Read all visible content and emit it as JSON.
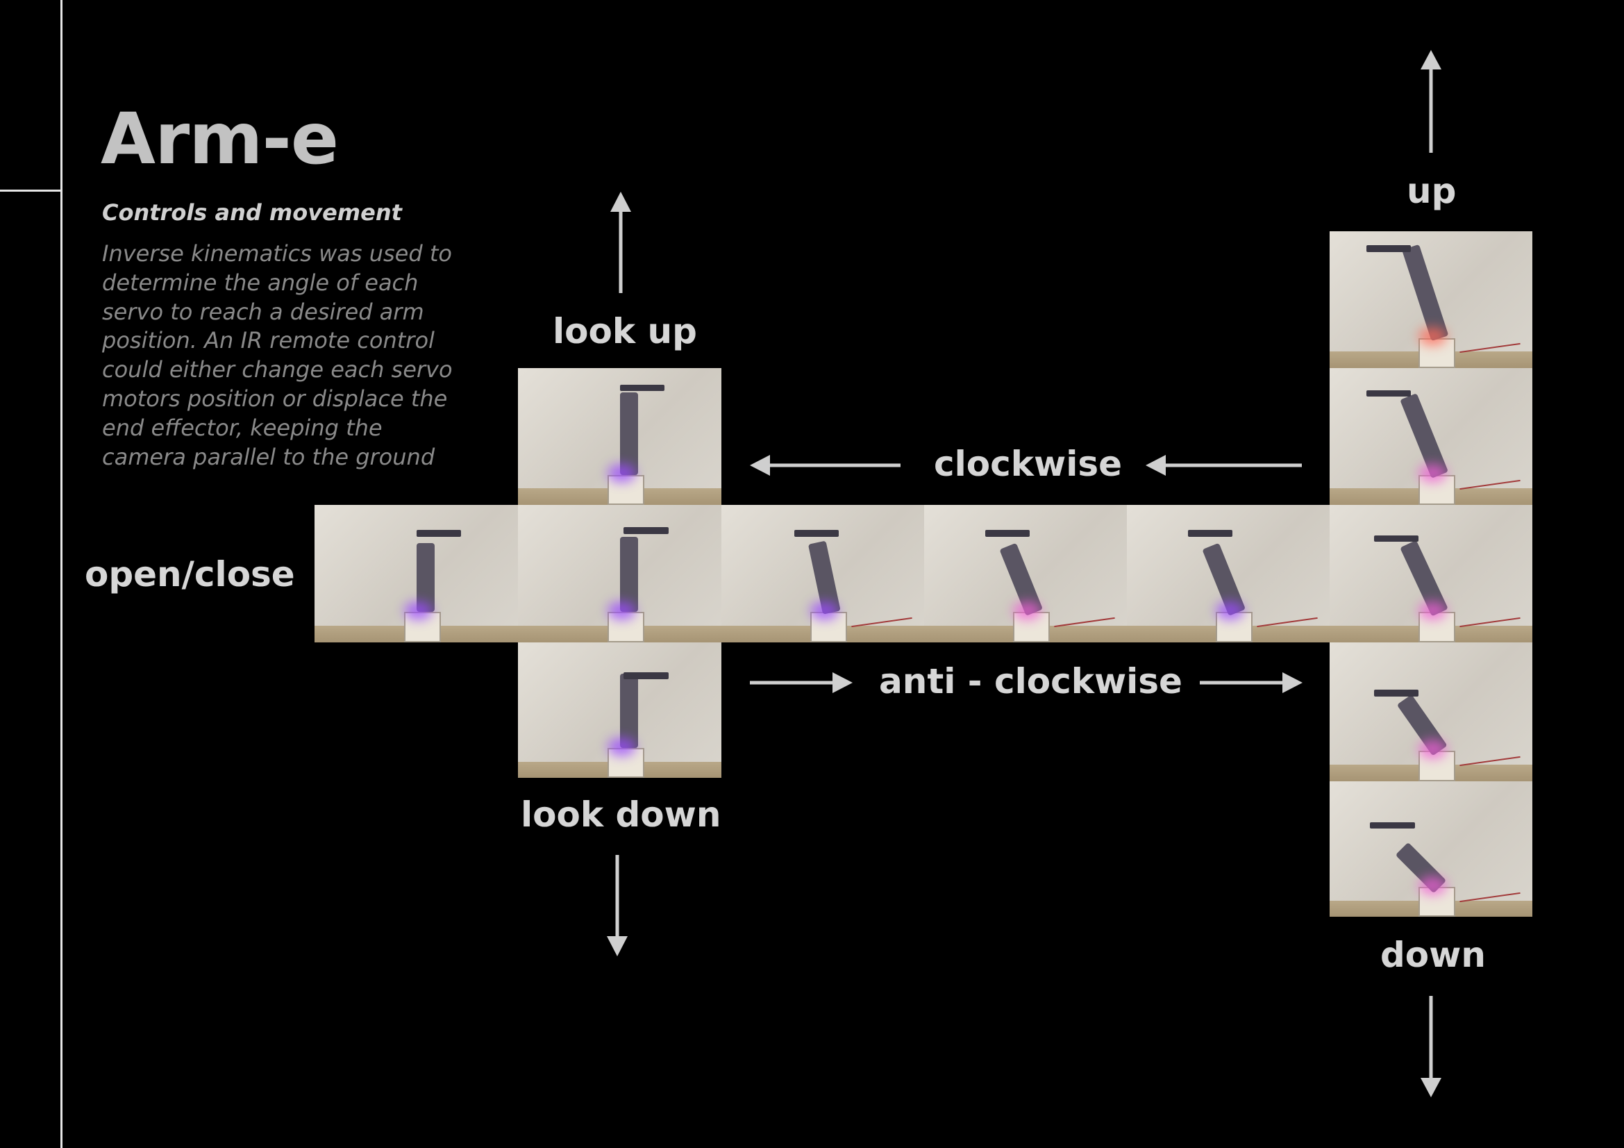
{
  "title": "Arm-e",
  "subtitle": "Controls and movement",
  "description": "Inverse kinematics was used to determine the angle of each servo to reach a desired arm position. An IR remote control could either change each servo motors position or displace the end effector, keeping the camera parallel to the ground",
  "labels": {
    "up": "up",
    "down": "down",
    "look_up": "look up",
    "look_down": "look down",
    "clockwise": "clockwise",
    "anti_clockwise": "anti - clockwise",
    "open_close": "open/close"
  },
  "colors": {
    "background": "#000000",
    "text": "#d6d6d6",
    "arrow": "#cfcfcf"
  },
  "icons": [
    "arrow-up-icon",
    "arrow-down-icon",
    "arrow-left-icon",
    "arrow-right-icon"
  ]
}
